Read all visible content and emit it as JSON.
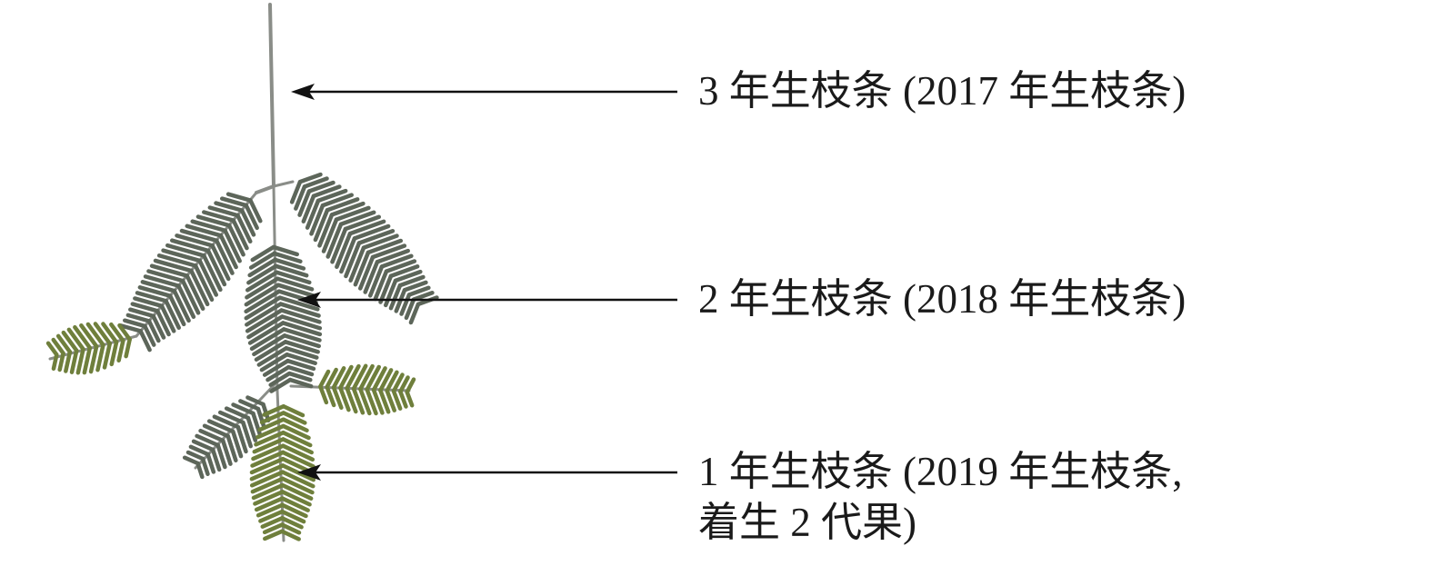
{
  "labels": [
    {
      "line1": "3 年生枝条 (2017 年生枝条)"
    },
    {
      "line1": "2 年生枝条 (2018 年生枝条)"
    },
    {
      "line1": "1 年生枝条 (2019 年生枝条,",
      "line2": "着生 2 代果)"
    }
  ],
  "colors": {
    "stem": "#8a8d88",
    "needle_gray": "#5d665a",
    "needle_green": "#6f7f3c",
    "arrow": "#111111"
  }
}
